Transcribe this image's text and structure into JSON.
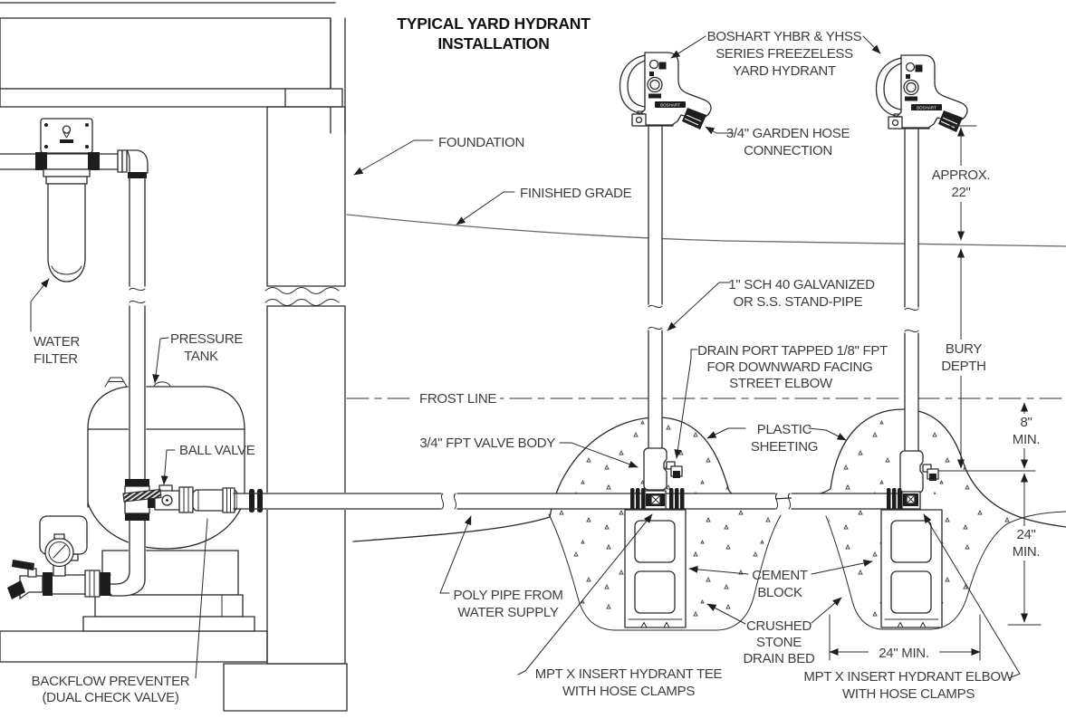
{
  "title": {
    "line1": "TYPICAL YARD HYDRANT",
    "line2": "INSTALLATION"
  },
  "labels": {
    "hydrant": {
      "l1": "BOSHART YHBR & YHSS",
      "l2": "SERIES FREEZELESS",
      "l3": "YARD HYDRANT"
    },
    "garden_hose": {
      "l1": "3/4\" GARDEN HOSE",
      "l2": "CONNECTION"
    },
    "foundation": "FOUNDATION",
    "finished_grade": "FINISHED GRADE",
    "water_filter": {
      "l1": "WATER",
      "l2": "FILTER"
    },
    "pressure_tank": {
      "l1": "PRESSURE",
      "l2": "TANK"
    },
    "ball_valve": "BALL VALVE",
    "frost_line": "FROST LINE",
    "stand_pipe": {
      "l1": "1\" SCH 40 GALVANIZED",
      "l2": "OR S.S. STAND-PIPE"
    },
    "drain_port": {
      "l1": "DRAIN PORT TAPPED 1/8\" FPT",
      "l2": "FOR DOWNWARD FACING",
      "l3": "STREET ELBOW"
    },
    "valve_body": "3/4\" FPT VALVE BODY",
    "plastic_sheeting": {
      "l1": "PLASTIC",
      "l2": "SHEETING"
    },
    "poly_pipe": {
      "l1": "POLY PIPE FROM",
      "l2": "WATER SUPPLY"
    },
    "cement_block": {
      "l1": "CEMENT",
      "l2": "BLOCK"
    },
    "crushed_stone": {
      "l1": "CRUSHED",
      "l2": "STONE",
      "l3": "DRAIN BED"
    },
    "hydrant_tee": {
      "l1": "MPT X INSERT HYDRANT TEE",
      "l2": "WITH HOSE CLAMPS"
    },
    "hydrant_elbow": {
      "l1": "MPT X INSERT HYDRANT ELBOW",
      "l2": "WITH HOSE CLAMPS"
    },
    "backflow": {
      "l1": "BACKFLOW PREVENTER",
      "l2": "(DUAL CHECK VALVE)"
    },
    "brand": "BOSHART"
  },
  "dimensions": {
    "approx_22": {
      "l1": "APPROX.",
      "l2": "22\""
    },
    "bury_depth": {
      "l1": "BURY",
      "l2": "DEPTH"
    },
    "min_8": {
      "l1": "8\"",
      "l2": "MIN."
    },
    "min_24_v": {
      "l1": "24\"",
      "l2": "MIN."
    },
    "min_24_h": "24\" MIN."
  },
  "colors": {
    "line": "#2b2b2b",
    "background": "#ffffff",
    "text": "#3d3d3d"
  }
}
